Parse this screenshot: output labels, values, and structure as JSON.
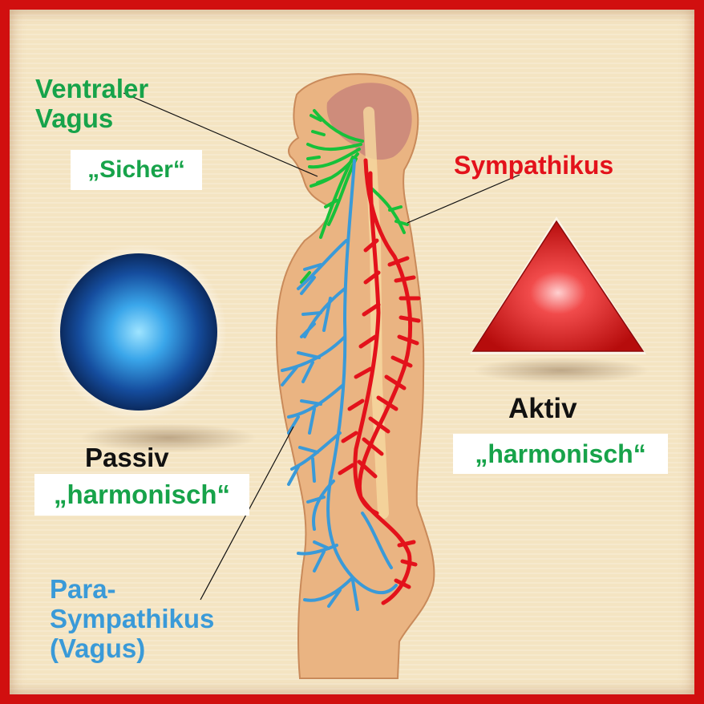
{
  "labels": {
    "ventral_line1": "Ventraler",
    "ventral_line2": "Vagus",
    "ventral_tag": "„Sicher“",
    "sympathikus": "Sympathikus",
    "passiv": "Passiv",
    "passiv_tag": "„harmonisch“",
    "aktiv": "Aktiv",
    "aktiv_tag": "„harmonisch“",
    "para_line1": "Para-",
    "para_line2": "Sympathikus",
    "para_line3": "(Vagus)"
  },
  "colors": {
    "frame": "#d10f0f",
    "background": "#f4e4c2",
    "ventral_vagus": "#17a34a",
    "sympathikus": "#e3121b",
    "parasympathikus": "#3a9ad8",
    "body": "#eab482",
    "brain": "#c9857a"
  },
  "icons": {
    "passive_symbol": "blue-sphere-icon",
    "active_symbol": "red-triangle-icon",
    "figure": "human-nervous-system-figure"
  }
}
